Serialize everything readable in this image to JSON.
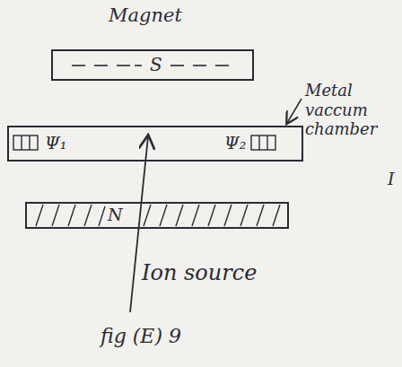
{
  "diagram": {
    "caption": "fig (E) 9",
    "nodes": [
      {
        "text": [
          "Magnet",
          "S"
        ]
      },
      {
        "text": [
          "Ψ₁",
          "Ψ₂"
        ]
      },
      {
        "text": [
          "N"
        ]
      }
    ],
    "labels": [
      "Metal vaccum chamber",
      "Ion source",
      "I"
    ]
  }
}
